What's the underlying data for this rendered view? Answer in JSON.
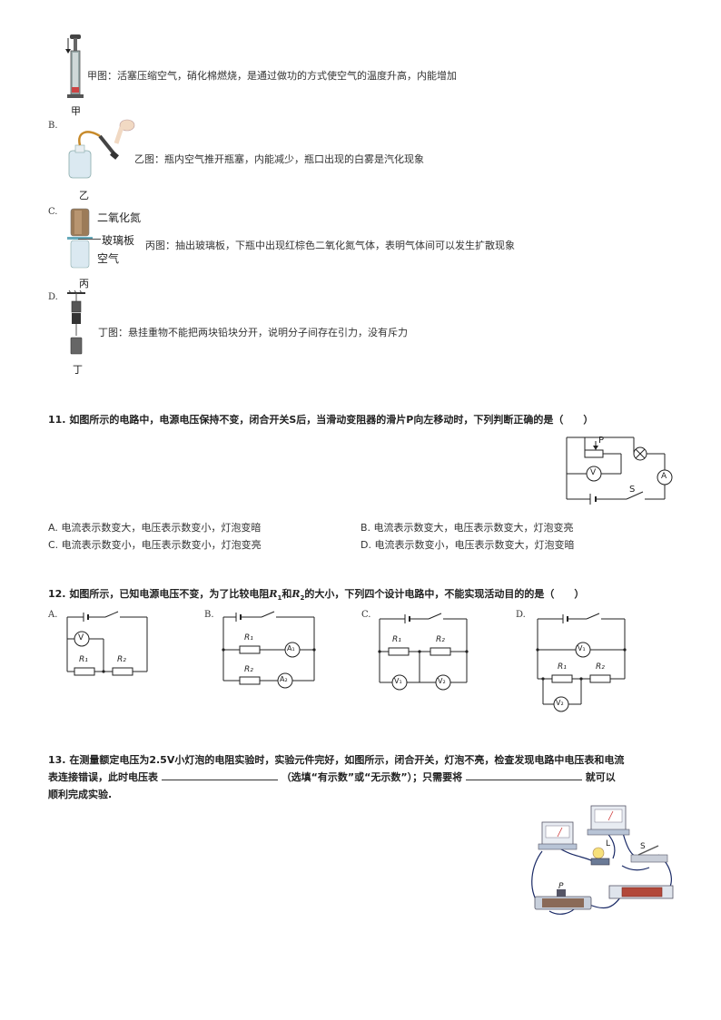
{
  "q10": {
    "items": [
      {
        "letter": "",
        "fig_label": "甲",
        "text": "甲图：活塞压缩空气，硝化棉燃烧，是通过做功的方式使空气的温度升高，内能增加"
      },
      {
        "letter": "B.",
        "fig_label": "乙",
        "text": "乙图：瓶内空气推开瓶塞，内能减少，瓶口出现的白雾是汽化现象"
      },
      {
        "letter": "C.",
        "fig_label": "丙",
        "text": "丙图：抽出玻璃板，下瓶中出现红棕色二氧化氮气体，表明气体间可以发生扩散现象",
        "parts": [
          "二氧化氮",
          "玻璃板",
          "空气"
        ]
      },
      {
        "letter": "D.",
        "fig_label": "丁",
        "text": "丁图：悬挂重物不能把两块铅块分开，说明分子间存在引力，没有斥力"
      }
    ]
  },
  "q11": {
    "number": "11.",
    "stem": "如图所示的电路中，电源电压保持不变，闭合开关S后，当滑动变阻器的滑片P向左移动时，下列判断正确的是（　　）",
    "circuit_labels": {
      "p": "P",
      "v": "V",
      "a": "A",
      "s": "S"
    },
    "choices": [
      "A. 电流表示数变大，电压表示数变小，灯泡变暗",
      "B. 电流表示数变大，电压表示数变大，灯泡变亮",
      "C. 电流表示数变小，电压表示数变小，灯泡变亮",
      "D. 电流表示数变小，电压表示数变大，灯泡变暗"
    ]
  },
  "q12": {
    "number": "12.",
    "stem_a": "如图所示，已知电源电压不变，为了比较电阻",
    "r1": "R",
    "r1_sub": "1",
    "and": "和",
    "r2": "R",
    "r2_sub": "2",
    "stem_b": "的大小，下列四个设计电路中，不能实现活动目的的是（　　）",
    "options": [
      "A.",
      "B.",
      "C.",
      "D."
    ],
    "labels": {
      "r1": "R₁",
      "r2": "R₂",
      "v": "V",
      "v1": "V₁",
      "v2": "V₂",
      "a1": "A₁",
      "a2": "A₂"
    }
  },
  "q13": {
    "number": "13.",
    "line1": "在测量额定电压为2.5V小灯泡的电阻实验时，实验元件完好，如图所示，闭合开关，灯泡不亮，检查发现电路中电压表和电流",
    "line2a": "表连接错误，此时电压表",
    "line2b": "（选填“有示数”或“无示数”）；只需要将",
    "line2c": "就可以",
    "line3": "顺利完成实验.",
    "apparatus_labels": {
      "l": "L",
      "s": "S",
      "p": "P"
    }
  }
}
